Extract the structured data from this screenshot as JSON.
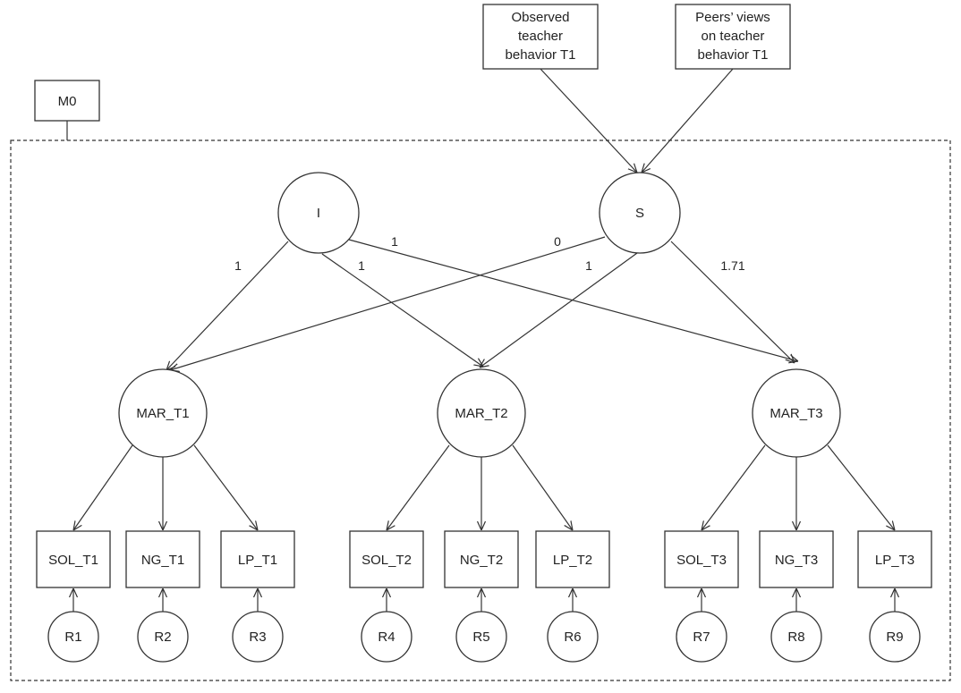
{
  "model_label": "M0",
  "predictors": [
    {
      "id": "obs",
      "lines": [
        "Observed",
        "teacher",
        "behavior T1"
      ]
    },
    {
      "id": "peer",
      "lines": [
        "Peers’ views",
        "on teacher",
        "behavior T1"
      ]
    }
  ],
  "growth_factors": [
    {
      "id": "I",
      "label": "I"
    },
    {
      "id": "S",
      "label": "S"
    }
  ],
  "latents": [
    {
      "id": "T1",
      "label": "MAR_T1"
    },
    {
      "id": "T2",
      "label": "MAR_T2"
    },
    {
      "id": "T3",
      "label": "MAR_T3"
    }
  ],
  "indicators": [
    "SOL_T1",
    "NG_T1",
    "LP_T1",
    "SOL_T2",
    "NG_T2",
    "LP_T2",
    "SOL_T3",
    "NG_T3",
    "LP_T3"
  ],
  "residuals": [
    "R1",
    "R2",
    "R3",
    "R4",
    "R5",
    "R6",
    "R7",
    "R8",
    "R9"
  ],
  "loadings": {
    "intercept": [
      {
        "to": "MAR_T1",
        "value": "1"
      },
      {
        "to": "MAR_T2",
        "value": "1"
      },
      {
        "to": "MAR_T3",
        "value": "1"
      }
    ],
    "slope": [
      {
        "to": "MAR_T1",
        "value": "0"
      },
      {
        "to": "MAR_T2",
        "value": "1"
      },
      {
        "to": "MAR_T3",
        "value": "1.71"
      }
    ]
  },
  "colors": {
    "line": "#333333",
    "text": "#222222",
    "background": "#ffffff"
  }
}
